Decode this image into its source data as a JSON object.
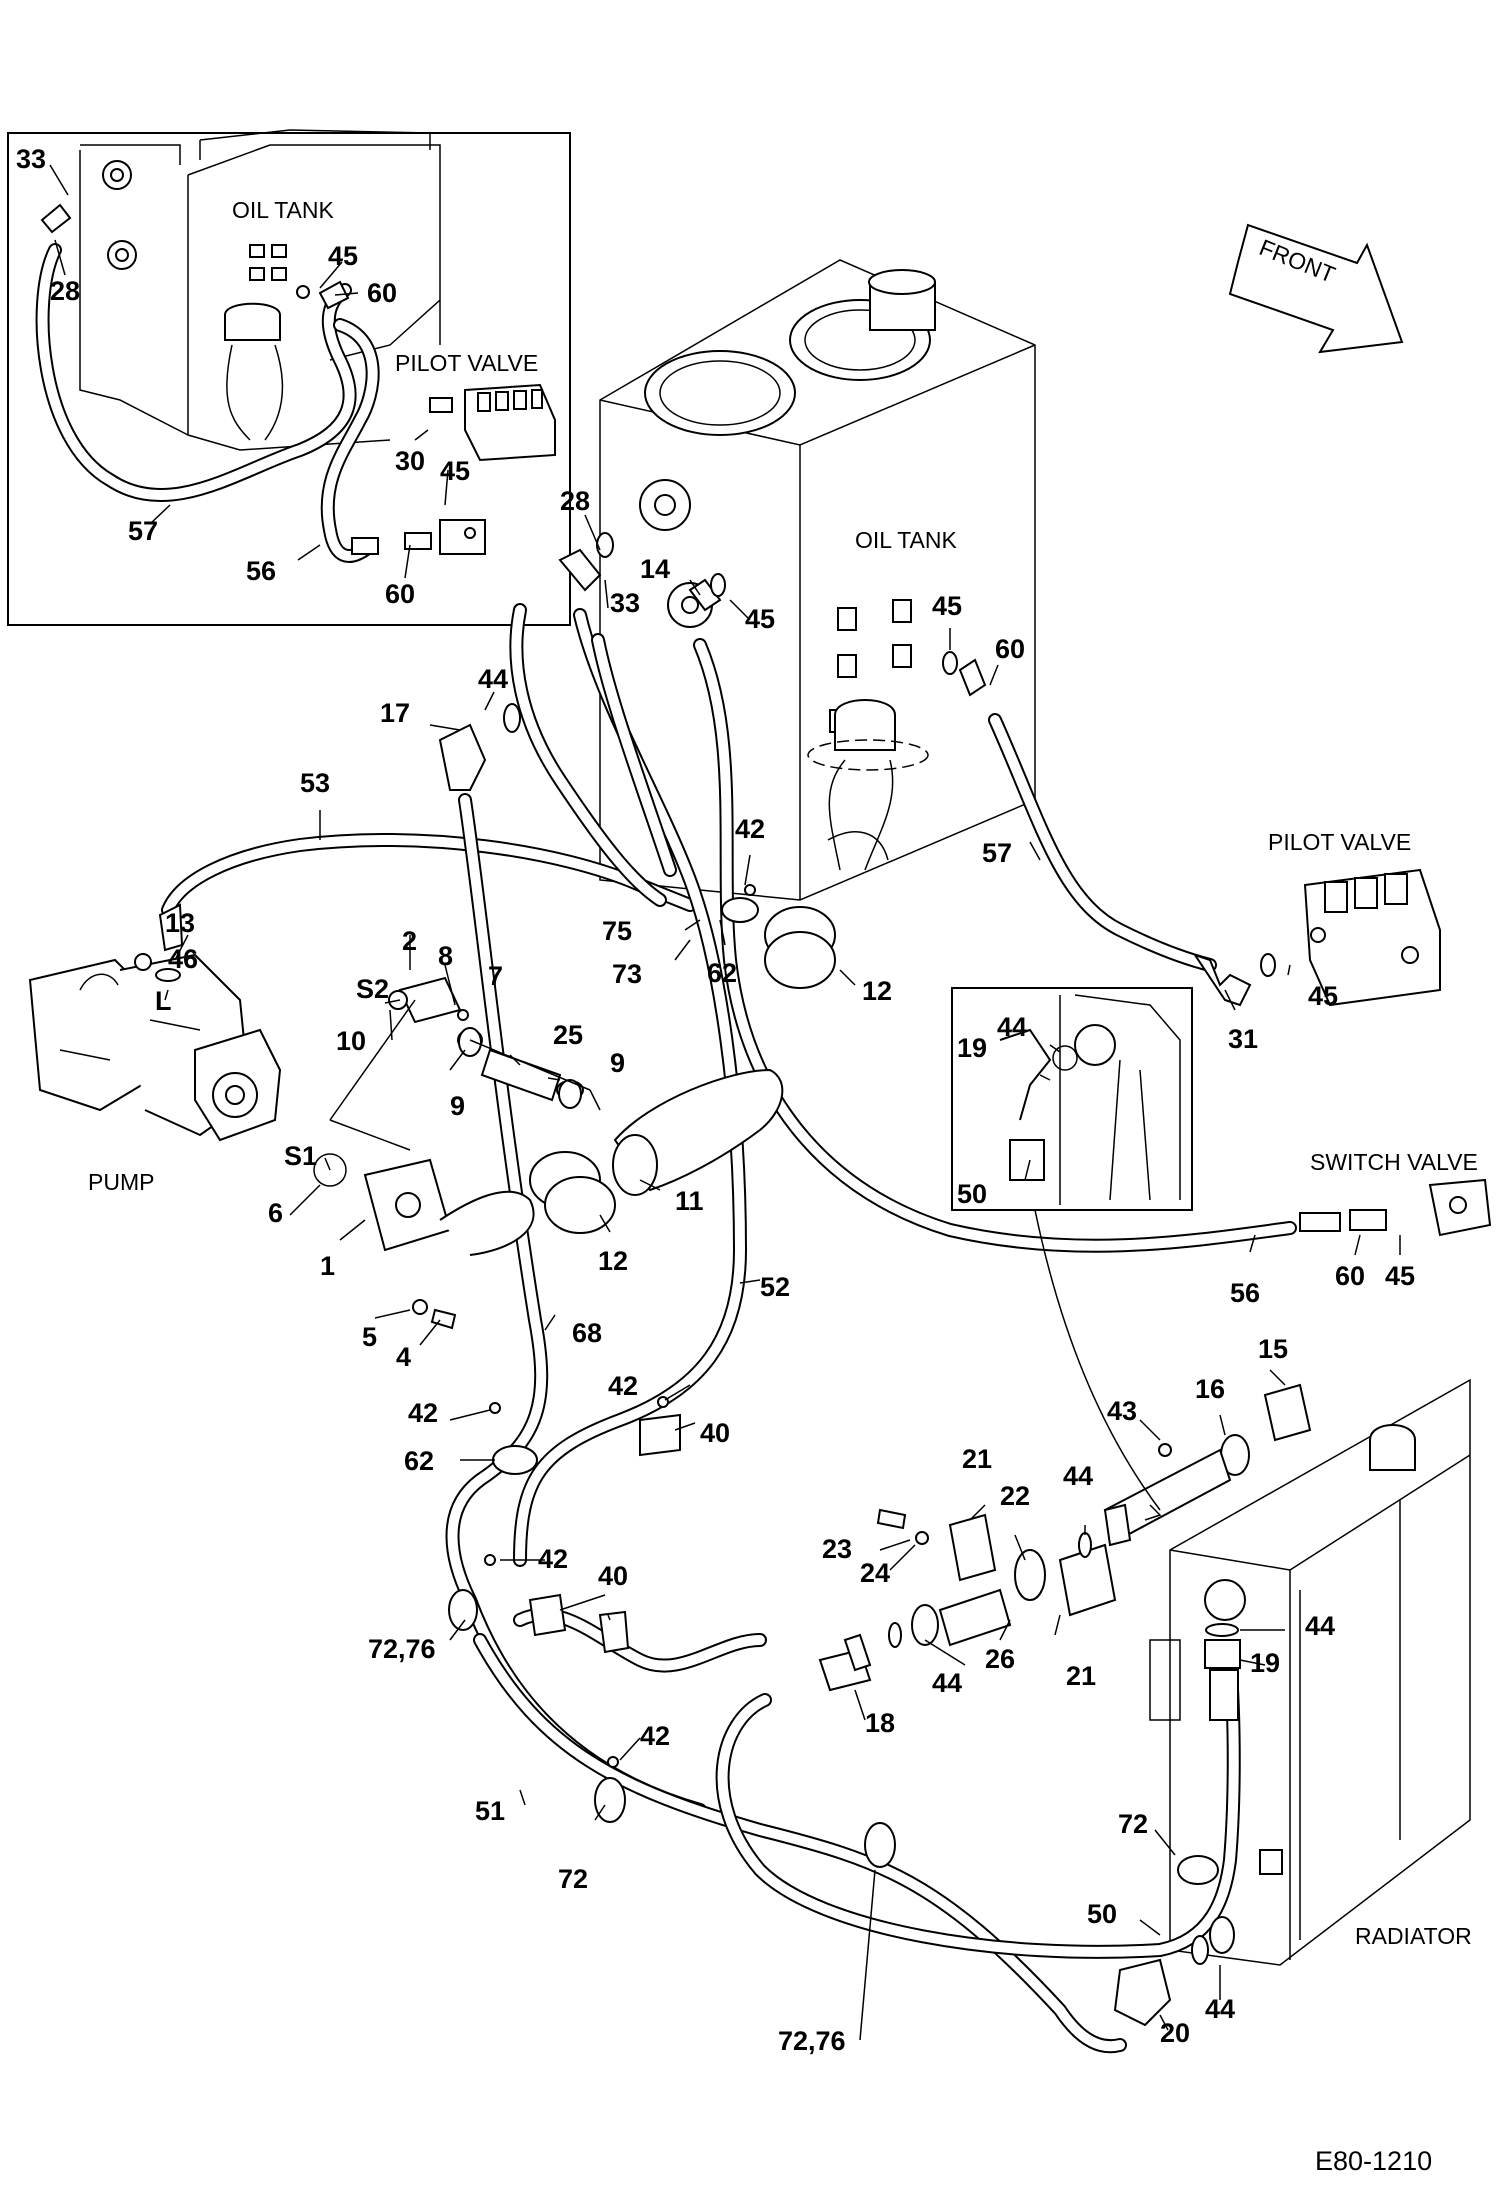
{
  "drawing_code": "E80-1210",
  "direction_arrow": "FRONT",
  "captions": {
    "oil_tank_inset": "OIL TANK",
    "pilot_valve_inset": "PILOT VALVE",
    "oil_tank": "OIL TANK",
    "pilot_valve": "PILOT VALVE",
    "switch_valve": "SWITCH VALVE",
    "pump": "PUMP",
    "radiator": "RADIATOR"
  },
  "callouts": [
    "33",
    "28",
    "45",
    "60",
    "30",
    "45",
    "57",
    "56",
    "60",
    "28",
    "14",
    "33",
    "45",
    "45",
    "60",
    "44",
    "17",
    "53",
    "42",
    "75",
    "73",
    "62",
    "12",
    "57",
    "45",
    "31",
    "13",
    "46",
    "L",
    "2",
    "8",
    "S2",
    "7",
    "10",
    "25",
    "9",
    "9",
    "S1",
    "6",
    "1",
    "11",
    "12",
    "5",
    "4",
    "68",
    "52",
    "44",
    "19",
    "50",
    "56",
    "60",
    "45",
    "15",
    "16",
    "43",
    "42",
    "40",
    "42",
    "62",
    "21",
    "22",
    "44",
    "23",
    "24",
    "42",
    "40",
    "72,76",
    "26",
    "44",
    "21",
    "18",
    "44",
    "19",
    "42",
    "51",
    "72",
    "72",
    "50",
    "20",
    "44",
    "72,76"
  ]
}
